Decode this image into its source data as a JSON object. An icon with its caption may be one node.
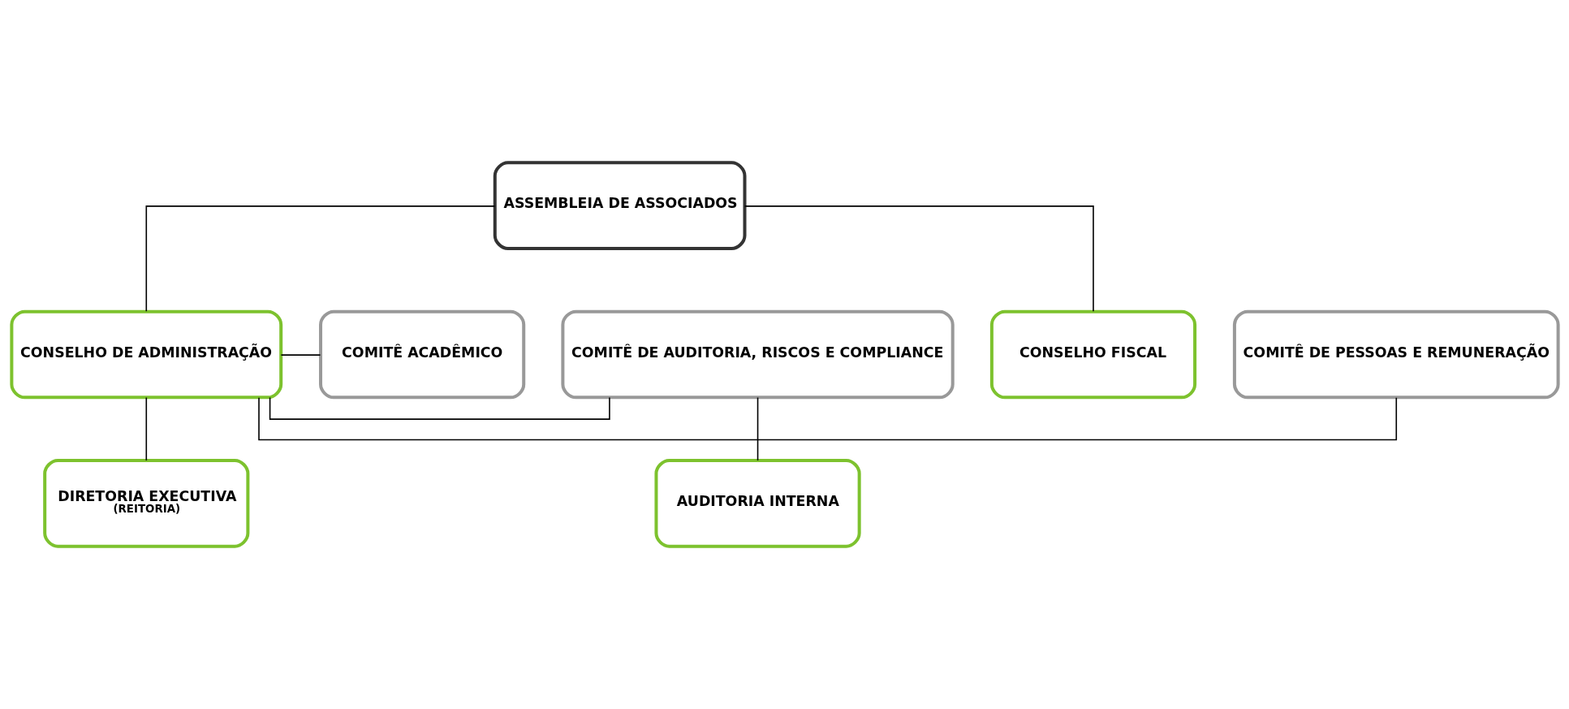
{
  "diagram": {
    "nodes": [
      {
        "text": [
          "ASSEMBLEIA DE ASSOCIADOS"
        ]
      },
      {
        "text": [
          "COMITÊ ACADÊMICO"
        ]
      },
      {
        "text": [
          "CONSELHO DE ADMINISTRAÇÃO"
        ]
      },
      {
        "text": [
          "COMITÊ DE PESSOAS E REMUNERAÇÃO"
        ]
      },
      {
        "text": [
          "CONSELHO FISCAL"
        ]
      },
      {
        "text": [
          "COMITÊ DE AUDITORIA, RISCOS E COMPLIANCE"
        ]
      },
      {
        "text": [
          "AUDITORIA INTERNA"
        ]
      },
      {
        "text": [
          "DIRETORIA EXECUTIVA",
          "(REITORIA)"
        ]
      }
    ],
    "edges": [
      {
        "from": 0,
        "to": 2,
        "arrow": "none"
      },
      {
        "from": 0,
        "to": 4,
        "arrow": "none"
      },
      {
        "from": 1,
        "to": 2,
        "arrow": "none"
      },
      {
        "from": 5,
        "to": 2,
        "arrow": "none"
      },
      {
        "from": 2,
        "to": 3,
        "arrow": "none"
      },
      {
        "from": 2,
        "to": 7,
        "arrow": "none"
      },
      {
        "from": 5,
        "to": 6,
        "arrow": "none"
      }
    ]
  }
}
